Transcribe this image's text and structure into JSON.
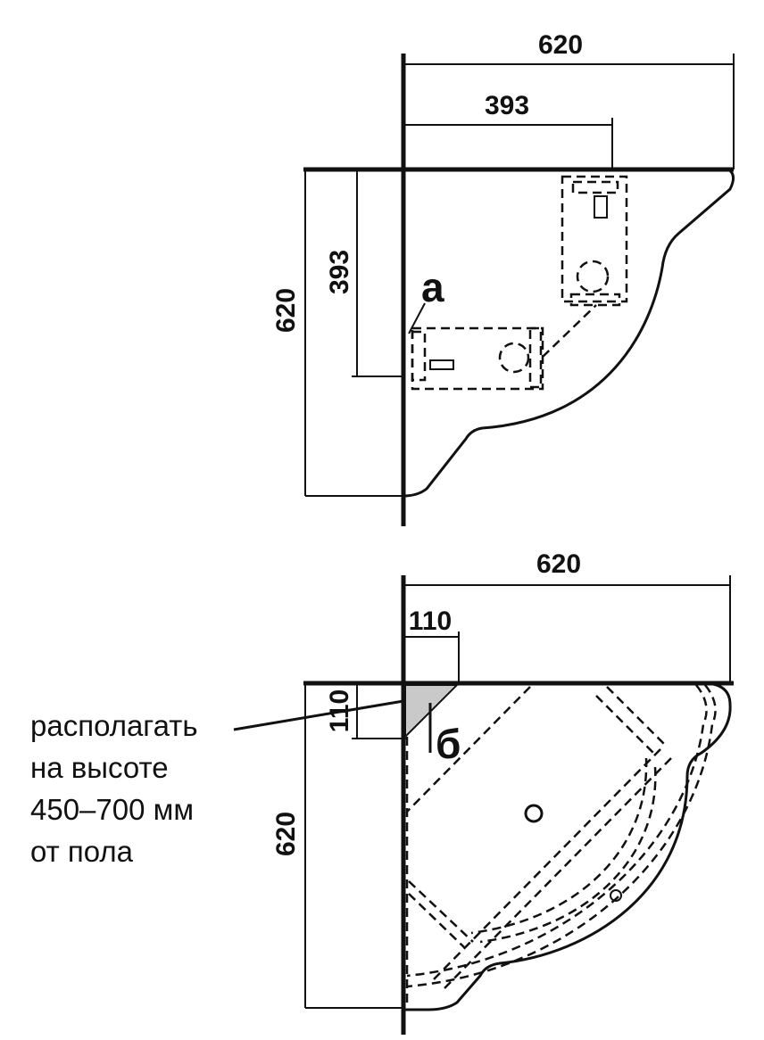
{
  "top_plan": {
    "dim_width": "620",
    "dim_offset_x": "393",
    "dim_height": "620",
    "dim_offset_y": "393",
    "marker": "а"
  },
  "bottom_plan": {
    "dim_width": "620",
    "dim_corner_x": "110",
    "dim_corner_y": "110",
    "dim_height": "620",
    "marker": "б"
  },
  "note": {
    "lines": [
      "располагать",
      "на высоте",
      "450–700 мм",
      "от пола"
    ]
  }
}
